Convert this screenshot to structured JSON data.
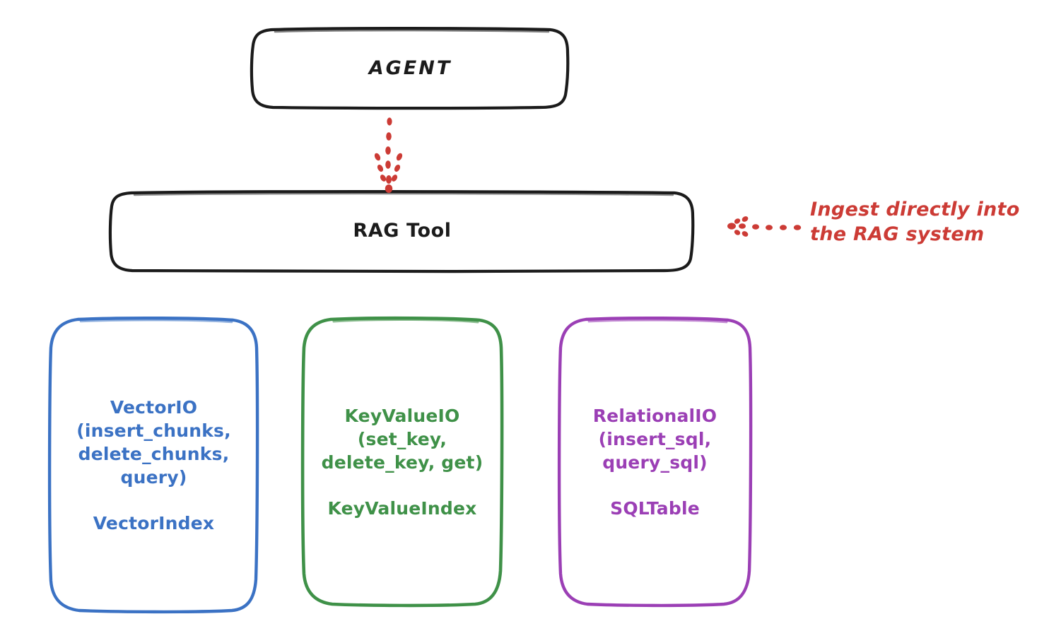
{
  "diagram": {
    "title": "RAG Tool architecture diagram",
    "style": "hand-drawn whiteboard sketch",
    "background_color": "#ffffff"
  },
  "colors": {
    "black": "#1b1b1b",
    "blue": "#3b72c4",
    "green": "#3f9148",
    "purple": "#9b3fb5",
    "red": "#cc3b35"
  },
  "nodes": {
    "agent": {
      "label": "AGENT",
      "color": "#1b1b1b"
    },
    "rag_tool": {
      "label": "RAG Tool",
      "color": "#1b1b1b"
    },
    "vector_io": {
      "label": "VectorIO\n(insert_chunks,\ndelete_chunks,\nquery)",
      "index_label": "VectorIndex",
      "color": "#3b72c4"
    },
    "key_value_io": {
      "label": "KeyValueIO\n(set_key,\ndelete_key, get)",
      "index_label": "KeyValueIndex",
      "color": "#3f9148"
    },
    "relational_io": {
      "label": "RelationalIO\n(insert_sql,\nquery_sql)",
      "index_label": "SQLTable",
      "color": "#9b3fb5"
    }
  },
  "annotations": {
    "ingest": {
      "text": "Ingest directly into\nthe RAG system",
      "color": "#cc3b35"
    }
  },
  "connectors": [
    {
      "name": "agent-to-rag-tool",
      "from": "agent",
      "to": "rag_tool",
      "style": "dotted",
      "color": "#cc3b35",
      "arrow": "down"
    },
    {
      "name": "ingest-to-rag-tool",
      "from": "ingest_annotation",
      "to": "rag_tool",
      "style": "dotted",
      "color": "#cc3b35",
      "arrow": "left"
    }
  ]
}
